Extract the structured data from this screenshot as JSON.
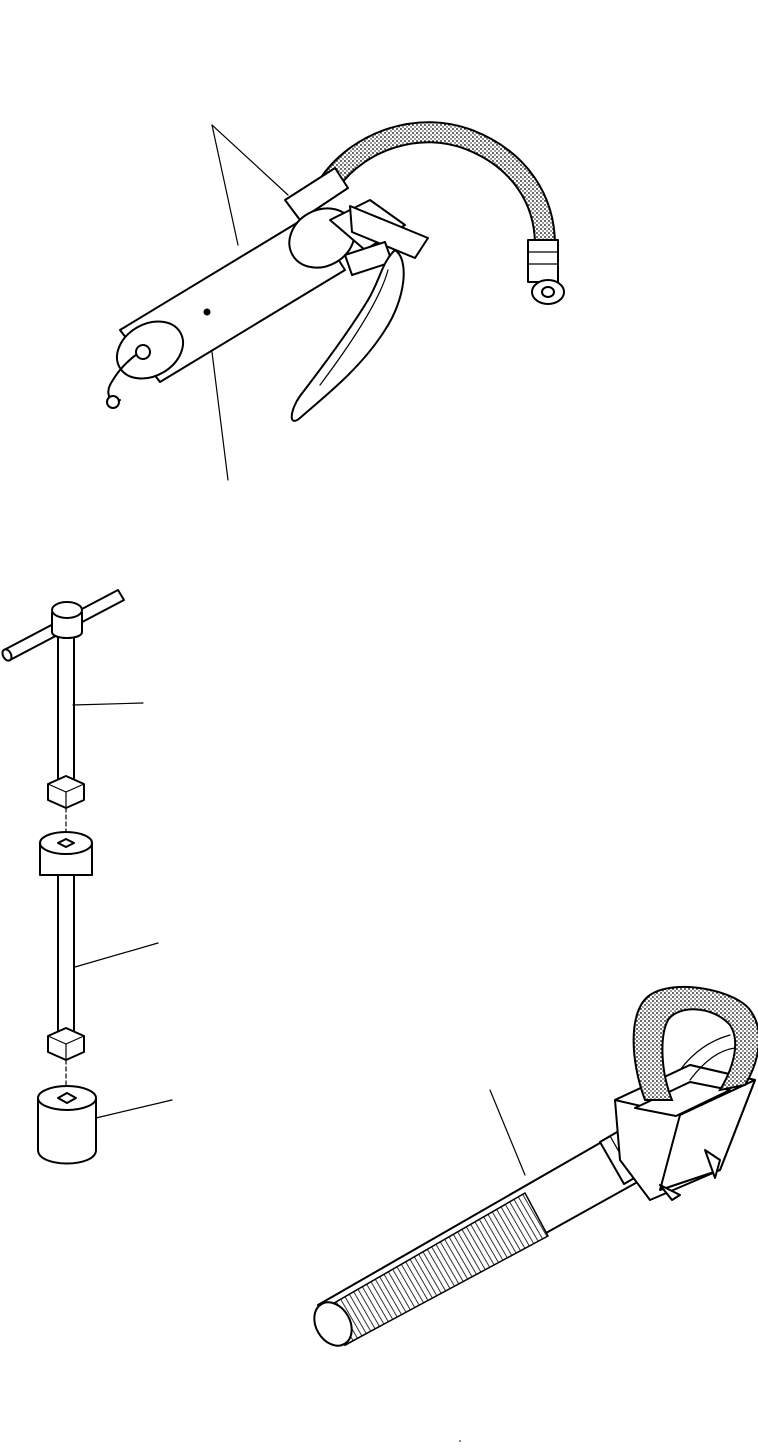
{
  "figure": {
    "background": "#ffffff",
    "ink": "#000000",
    "parts": [
      {
        "id": "grease-gun",
        "label": ""
      },
      {
        "id": "socket-wrench",
        "label": ""
      },
      {
        "id": "extension-bar",
        "label": ""
      },
      {
        "id": "socket",
        "label": ""
      },
      {
        "id": "pry-tool",
        "label": ""
      }
    ]
  }
}
